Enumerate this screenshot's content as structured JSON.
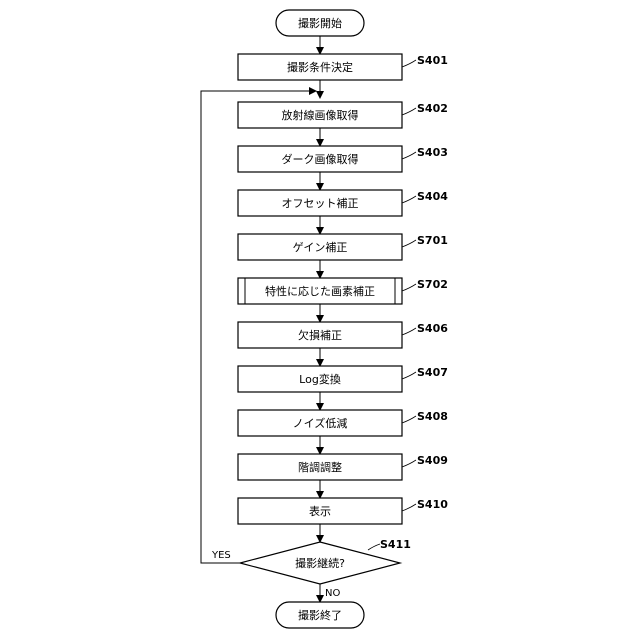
{
  "flowchart": {
    "start_label": "撮影開始",
    "end_label": "撮影終了",
    "steps": [
      {
        "id": "S401",
        "label": "撮影条件決定"
      },
      {
        "id": "S402",
        "label": "放射線画像取得"
      },
      {
        "id": "S403",
        "label": "ダーク画像取得"
      },
      {
        "id": "S404",
        "label": "オフセット補正"
      },
      {
        "id": "S701",
        "label": "ゲイン補正"
      },
      {
        "id": "S702",
        "label": "特性に応じた画素補正"
      },
      {
        "id": "S406",
        "label": "欠損補正"
      },
      {
        "id": "S407",
        "label": "Log変換"
      },
      {
        "id": "S408",
        "label": "ノイズ低減"
      },
      {
        "id": "S409",
        "label": "階調調整"
      },
      {
        "id": "S410",
        "label": "表示"
      }
    ],
    "decision": {
      "id": "S411",
      "label": "撮影継続?",
      "yes_label": "YES",
      "no_label": "NO"
    }
  }
}
